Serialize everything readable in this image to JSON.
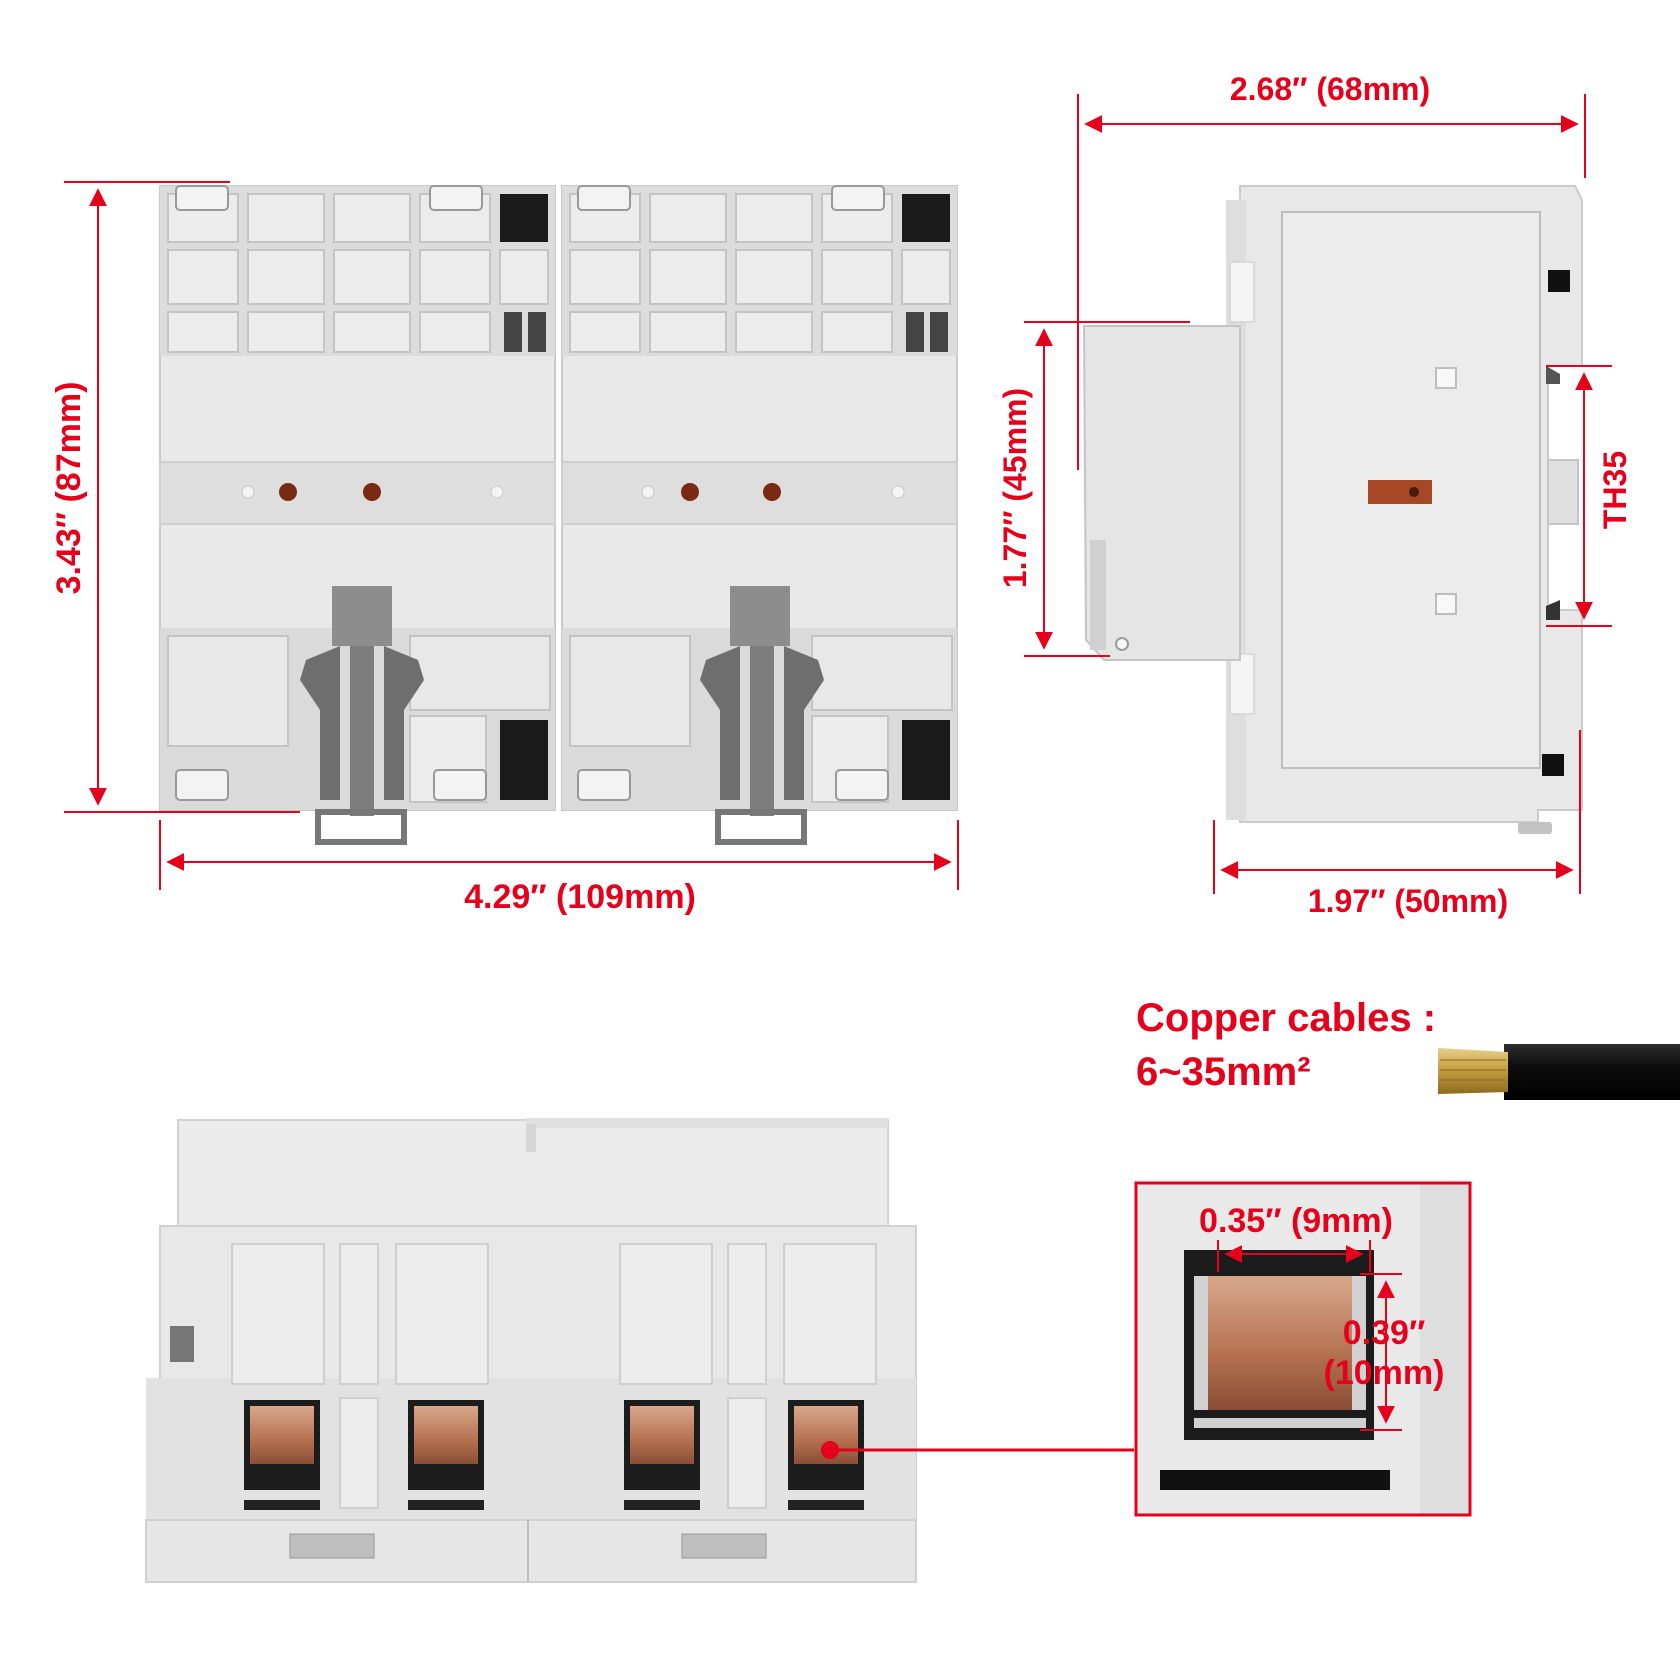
{
  "dimensions": {
    "front_width": "4.29″ (109mm)",
    "front_height": "3.43″ (87mm)",
    "side_width_top": "2.68″ (68mm)",
    "side_height": "1.77″ (45mm)",
    "side_width_bottom": "1.97″ (50mm)",
    "rail_type": "TH35",
    "terminal_width": "0.35″ (9mm)",
    "terminal_height_line1": "0.39″",
    "terminal_height_line2": "(10mm)"
  },
  "cable": {
    "label": "Copper cables :",
    "range": "6~35mm²"
  },
  "colors": {
    "accent": "#e5001b",
    "housing": "#e9e9e9",
    "housing_shade": "#d6d6d6",
    "copper": "#b86e4e",
    "cable": "#111111",
    "brass": "#c9a24a"
  }
}
